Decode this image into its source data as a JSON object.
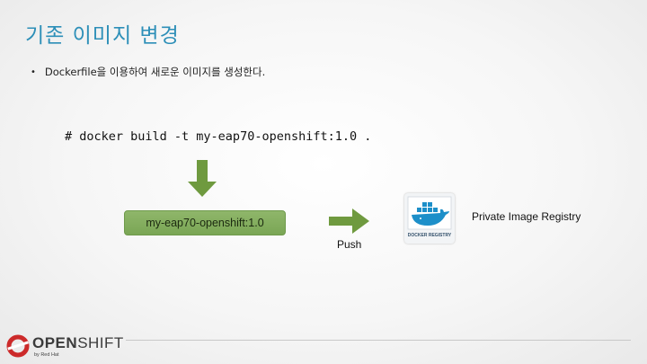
{
  "slide": {
    "title": "기존 이미지 변경",
    "bullet": "Dockerfile을 이용하여 새로운 이미지를 생성한다.",
    "command": "# docker build -t my-eap70-openshift:1.0 .",
    "image_box_label": "my-eap70-openshift:1.0",
    "push_label": "Push",
    "registry_label": "Private Image Registry",
    "registry_logo_text": "DOCKER REGISTRY"
  },
  "footer": {
    "brand_open": "OPEN",
    "brand_shift": "SHIFT",
    "sub": "by Red Hat"
  },
  "colors": {
    "title": "#2d8fb8",
    "arrow": "#6f9a3f",
    "box": "#8fb66a",
    "redhat": "#cc2a2a"
  },
  "icons": [
    "down-arrow-icon",
    "right-arrow-icon",
    "docker-registry-icon",
    "openshift-logo-icon"
  ]
}
